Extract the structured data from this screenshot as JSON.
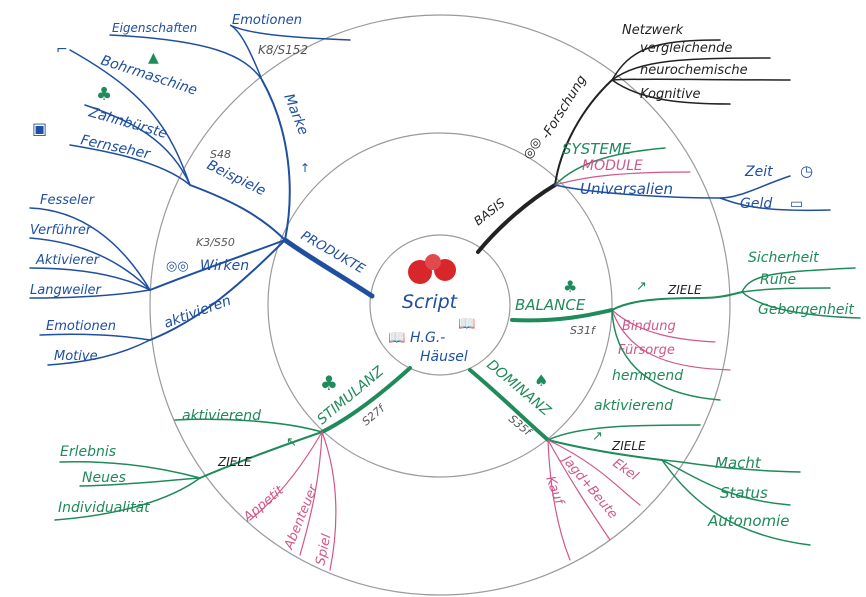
{
  "center": {
    "title": "Script",
    "book": "H.G.-",
    "author": "Häusel"
  },
  "rings": {
    "outer": "",
    "middle": ""
  },
  "basis": {
    "label": "BASIS",
    "forschung": "-Forschung",
    "forschung_items": [
      "Netzwerk",
      "vergleichende",
      "neurochemische",
      "Kognitive"
    ],
    "systeme": "SYSTEME",
    "module": "MODULE",
    "universalien": "Universalien",
    "zeit": "Zeit",
    "geld": "Geld"
  },
  "balance": {
    "label": "BALANCE",
    "ref": "S31f",
    "ziele": "ZIELE",
    "ziele_items": [
      "Sicherheit",
      "Ruhe",
      "Geborgenheit"
    ],
    "pink_items": [
      "Bindung",
      "Fürsorge"
    ],
    "hemmend": "hemmend"
  },
  "dominanz": {
    "label": "DOMINANZ",
    "ref": "S35f",
    "aktivierend": "aktivierend",
    "ziele": "ZIELE",
    "ziele_items": [
      "Macht",
      "Status",
      "Autonomie"
    ],
    "pink_items": [
      "Ekel",
      "Jagd+Beute",
      "Kauf"
    ]
  },
  "stimulanz": {
    "label": "STIMULANZ",
    "ref": "S27f",
    "aktivierend": "aktivierend",
    "ziele": "ZIELE",
    "ziele_items": [
      "Erlebnis",
      "Neues",
      "Individualität"
    ],
    "pink_items": [
      "Appetit",
      "Abenteuer",
      "Spiel"
    ]
  },
  "produkte": {
    "label": "PRODUKTE",
    "marke": "Marke",
    "marke_ref": "K8/S152",
    "eigenschaften": "Eigenschaften",
    "emotionen_top": "Emotionen",
    "beispiele": "Beispiele",
    "beispiele_ref": "S48",
    "beispiele_items": [
      "Bohrmaschine",
      "Zahnbürste",
      "Fernseher"
    ],
    "wirken": "Wirken",
    "wirken_ref": "K3/S50",
    "wirken_items": [
      "Fesseler",
      "Verführer",
      "Aktivierer",
      "Langweiler"
    ],
    "aktivieren": "aktivieren",
    "aktivieren_items": [
      "Emotionen",
      "Motive"
    ]
  },
  "colors": {
    "blue": "#1f4fa0",
    "green": "#1f8a5a",
    "pink": "#d0578a",
    "black": "#222222",
    "red": "#d9262b"
  }
}
